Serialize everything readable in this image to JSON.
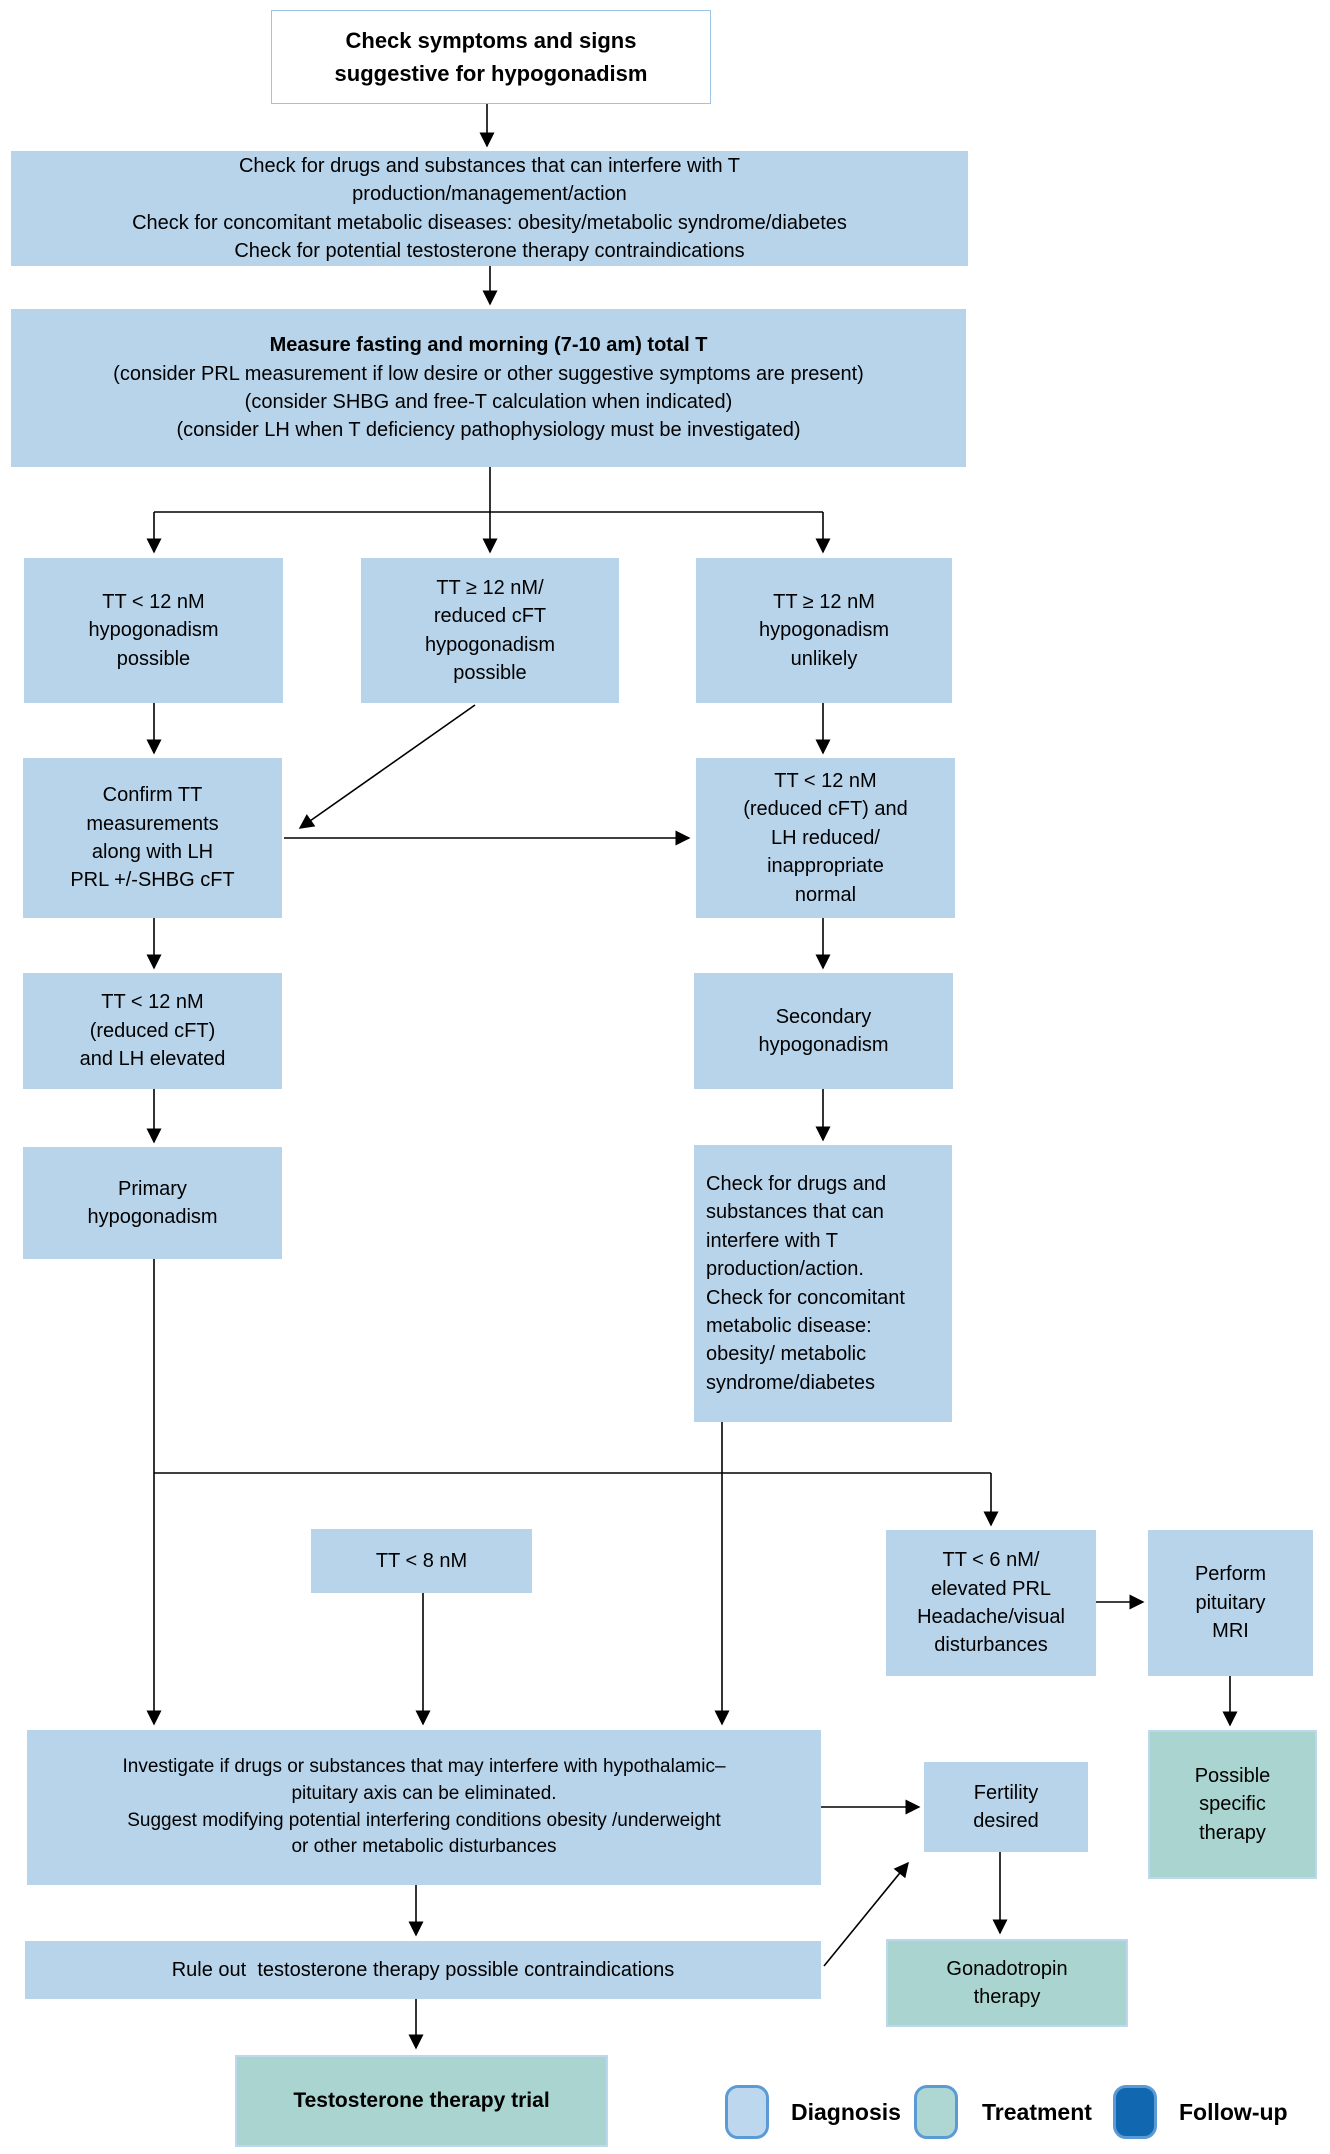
{
  "nodes": {
    "start": {
      "title": "Check symptoms and signs\nsuggestive for hypogonadism"
    },
    "screen": {
      "body": "Check for drugs and substances that can interfere with T\nproduction/management/action\nCheck for concomitant metabolic diseases: obesity/metabolic syndrome/diabetes\nCheck for potential testosterone therapy contraindications"
    },
    "measure": {
      "title": "Measure fasting and morning (7-10 am) total T",
      "body": "(consider PRL measurement if low desire or other suggestive symptoms are present)\n(consider SHBG and free-T calculation when indicated)\n(consider LH when T deficiency pathophysiology must be investigated)"
    },
    "tt_lt12": {
      "body": "TT < 12 nM\nhypogonadism\npossible"
    },
    "tt_ge12_cft": {
      "body": "TT ≥ 12 nM/\nreduced cFT\nhypogonadism\npossible"
    },
    "tt_ge12": {
      "body": "TT ≥ 12 nM\nhypogonadism\nunlikely"
    },
    "confirm": {
      "body": "Confirm TT\nmeasurements\nalong with LH\nPRL +/-SHBG cFT"
    },
    "lh_reduced": {
      "body": "TT < 12 nM\n(reduced cFT) and\nLH reduced/\ninappropriate\nnormal"
    },
    "lh_elevated": {
      "body": "TT < 12 nM\n(reduced cFT)\nand LH elevated"
    },
    "secondary": {
      "body": "Secondary\nhypogonadism"
    },
    "primary": {
      "body": "Primary\nhypogonadism"
    },
    "check_drugs2": {
      "body": "Check for drugs and\nsubstances that can\ninterfere with T\nproduction/action.\nCheck for concomitant\nmetabolic disease:\nobesity/ metabolic\nsyndrome/diabetes"
    },
    "tt8": {
      "body": "TT < 8 nM"
    },
    "tt6": {
      "body": "TT < 6 nM/\nelevated PRL\nHeadache/visual\ndisturbances"
    },
    "mri": {
      "body": "Perform\npituitary\nMRI"
    },
    "investigate": {
      "body": "Investigate if drugs or substances that may interfere with hypothalamic–\npituitary axis can be eliminated.\nSuggest modifying potential interfering conditions obesity /underweight\nor other metabolic disturbances"
    },
    "fertility": {
      "body": "Fertility\ndesired"
    },
    "possible": {
      "body": "Possible\nspecific\ntherapy"
    },
    "ruleout": {
      "body": "Rule out  testosterone therapy possible contraindications"
    },
    "gonadotropin": {
      "body": "Gonadotropin\ntherapy"
    },
    "trial": {
      "body": "Testosterone therapy trial"
    }
  },
  "legend": {
    "items": [
      {
        "label": "Diagnosis",
        "color": "#bdd7ee"
      },
      {
        "label": "Treatment",
        "color": "#aed6d2"
      },
      {
        "label": "Follow-up",
        "color": "#1168b0"
      }
    ]
  },
  "colors": {
    "diagnosis_box": "#b8d4ea",
    "treatment_box": "#a9d4cf",
    "followup": "#1168b0",
    "box_border": "#9dc3e6",
    "arrow": "#000000"
  }
}
